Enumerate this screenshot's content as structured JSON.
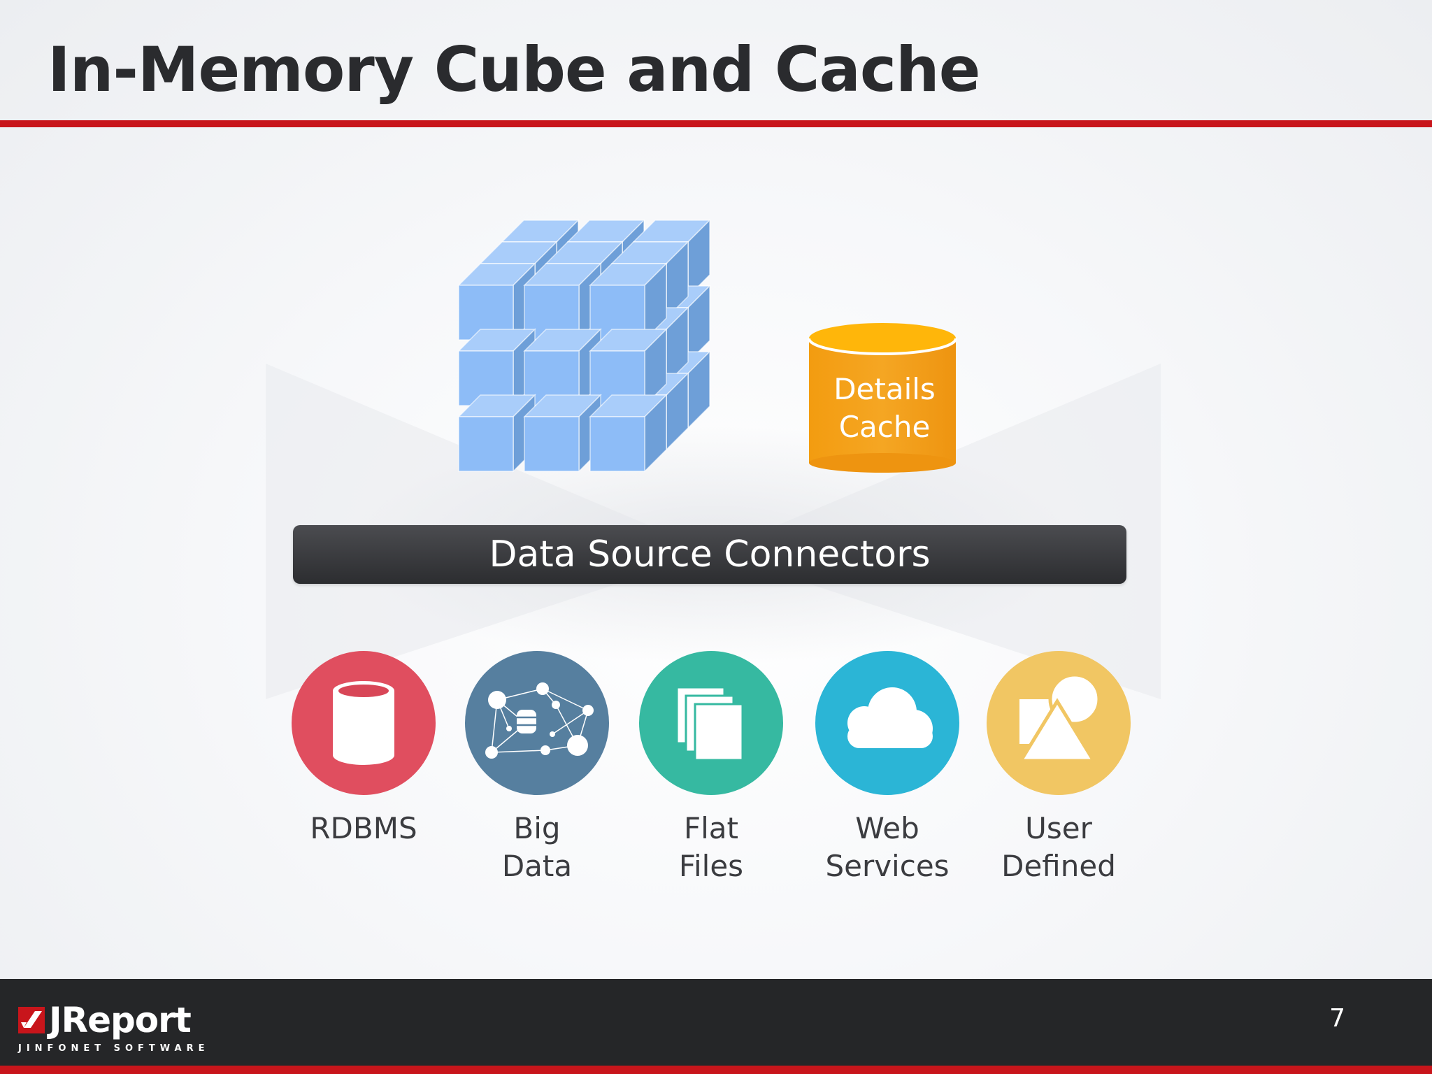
{
  "slide": {
    "title": "In-Memory Cube and Cache",
    "page_number": "7"
  },
  "cache": {
    "line1": "Details",
    "line2": "Cache"
  },
  "connector": {
    "label": "Data Source Connectors"
  },
  "sources": [
    {
      "line1": "RDBMS",
      "line2": "",
      "icon": "database-icon",
      "color": "#e04e5f"
    },
    {
      "line1": "Big",
      "line2": "Data",
      "icon": "network-icon",
      "color": "#567f9f"
    },
    {
      "line1": "Flat",
      "line2": "Files",
      "icon": "files-icon",
      "color": "#36b9a1"
    },
    {
      "line1": "Web",
      "line2": "Services",
      "icon": "cloud-icon",
      "color": "#2bb5d6"
    },
    {
      "line1": "User",
      "line2": "Defined",
      "icon": "shapes-icon",
      "color": "#f1c663"
    }
  ],
  "footer": {
    "logo_text": "JReport",
    "logo_tagline": "JINFONET SOFTWARE"
  },
  "colors": {
    "accent_red": "#c8151b",
    "cube_blue": "#8dbcf7",
    "cache_orange": "#f29a0f"
  }
}
